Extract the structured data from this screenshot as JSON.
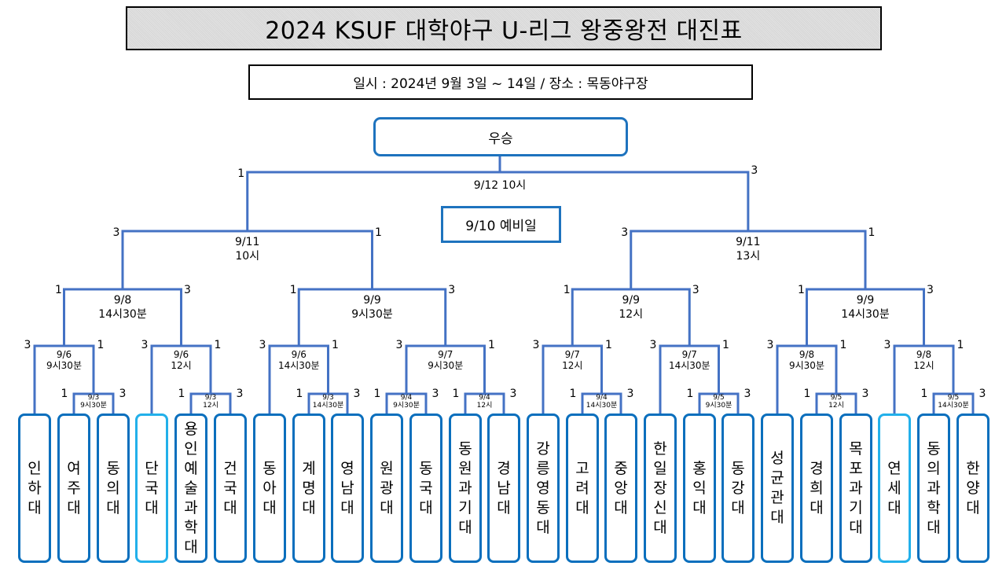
{
  "title": "2024 KSUF 대학야구 U-리그 왕중왕전 대진표",
  "info": "일시 : 2024년 9월 3일 ~ 14일 / 장소 : 목동야구장",
  "champion_label": "우승",
  "reserve_day": "9/10 예비일",
  "colors": {
    "line": "#4472c4",
    "team_border": "#0a6fbd",
    "team_border_highlight": "#22b0ea"
  },
  "final": {
    "date": "9/12   10시",
    "score_left": "1",
    "score_right": "3"
  },
  "semifinals": [
    {
      "date": "9/11",
      "time": "10시",
      "score_left": "3",
      "score_right": "1"
    },
    {
      "date": "9/11",
      "time": "13시",
      "score_left": "3",
      "score_right": "1"
    }
  ],
  "quarterfinals": [
    {
      "date": "9/8",
      "time": "14시30분",
      "score_left": "1",
      "score_right": "3"
    },
    {
      "date": "9/9",
      "time": "9시30분",
      "score_left": "1",
      "score_right": "3"
    },
    {
      "date": "9/9",
      "time": "12시",
      "score_left": "1",
      "score_right": "3"
    },
    {
      "date": "9/9",
      "time": "14시30분",
      "score_left": "1",
      "score_right": "3"
    }
  ],
  "round16": [
    {
      "date": "9/6",
      "time": "9시30분",
      "score_left": "3",
      "score_right": "1"
    },
    {
      "date": "9/6",
      "time": "12시",
      "score_left": "3",
      "score_right": "1"
    },
    {
      "date": "9/6",
      "time": "14시30분",
      "score_left": "3",
      "score_right": "1"
    },
    {
      "date": "9/7",
      "time": "9시30분",
      "score_left": "3",
      "score_right": "1"
    },
    {
      "date": "9/7",
      "time": "12시",
      "score_left": "3",
      "score_right": "1"
    },
    {
      "date": "9/7",
      "time": "14시30분",
      "score_left": "3",
      "score_right": "1"
    },
    {
      "date": "9/8",
      "time": "9시30분",
      "score_left": "3",
      "score_right": "1"
    },
    {
      "date": "9/8",
      "time": "12시",
      "score_left": "3",
      "score_right": "1"
    }
  ],
  "round1": [
    {
      "date": "9/3",
      "time": "9시30분",
      "score_left": "1",
      "score_right": "3"
    },
    {
      "date": "9/3",
      "time": "12시",
      "score_left": "1",
      "score_right": "3"
    },
    {
      "date": "9/3",
      "time": "14시30분",
      "score_left": "1",
      "score_right": "3"
    },
    {
      "date": "9/4",
      "time": "9시30분",
      "score_left": "1",
      "score_right": "3"
    },
    {
      "date": "9/4",
      "time": "12시",
      "score_left": "1",
      "score_right": "3"
    },
    {
      "date": "9/4",
      "time": "14시30분",
      "score_left": "1",
      "score_right": "3"
    },
    {
      "date": "9/5",
      "time": "9시30분",
      "score_left": "1",
      "score_right": "3"
    },
    {
      "date": "9/5",
      "time": "12시",
      "score_left": "1",
      "score_right": "3"
    },
    {
      "date": "9/5",
      "time": "14시30분",
      "score_left": "1",
      "score_right": "3"
    }
  ],
  "teams": [
    {
      "name": "인하대",
      "highlight": false
    },
    {
      "name": "여주대",
      "highlight": false
    },
    {
      "name": "동의대",
      "highlight": false
    },
    {
      "name": "단국대",
      "highlight": true
    },
    {
      "name": "용인예술과학대",
      "highlight": false
    },
    {
      "name": "건국대",
      "highlight": false
    },
    {
      "name": "동아대",
      "highlight": false
    },
    {
      "name": "계명대",
      "highlight": false
    },
    {
      "name": "영남대",
      "highlight": false
    },
    {
      "name": "원광대",
      "highlight": false
    },
    {
      "name": "동국대",
      "highlight": false
    },
    {
      "name": "동원과기대",
      "highlight": false
    },
    {
      "name": "경남대",
      "highlight": false
    },
    {
      "name": "강릉영동대",
      "highlight": false
    },
    {
      "name": "고려대",
      "highlight": false
    },
    {
      "name": "중앙대",
      "highlight": false
    },
    {
      "name": "한일장신대",
      "highlight": false
    },
    {
      "name": "홍익대",
      "highlight": false
    },
    {
      "name": "동강대",
      "highlight": false
    },
    {
      "name": "성균관대",
      "highlight": false
    },
    {
      "name": "경희대",
      "highlight": false
    },
    {
      "name": "목포과기대",
      "highlight": false
    },
    {
      "name": "연세대",
      "highlight": true
    },
    {
      "name": "동의과학대",
      "highlight": false
    },
    {
      "name": "한양대",
      "highlight": false
    }
  ]
}
